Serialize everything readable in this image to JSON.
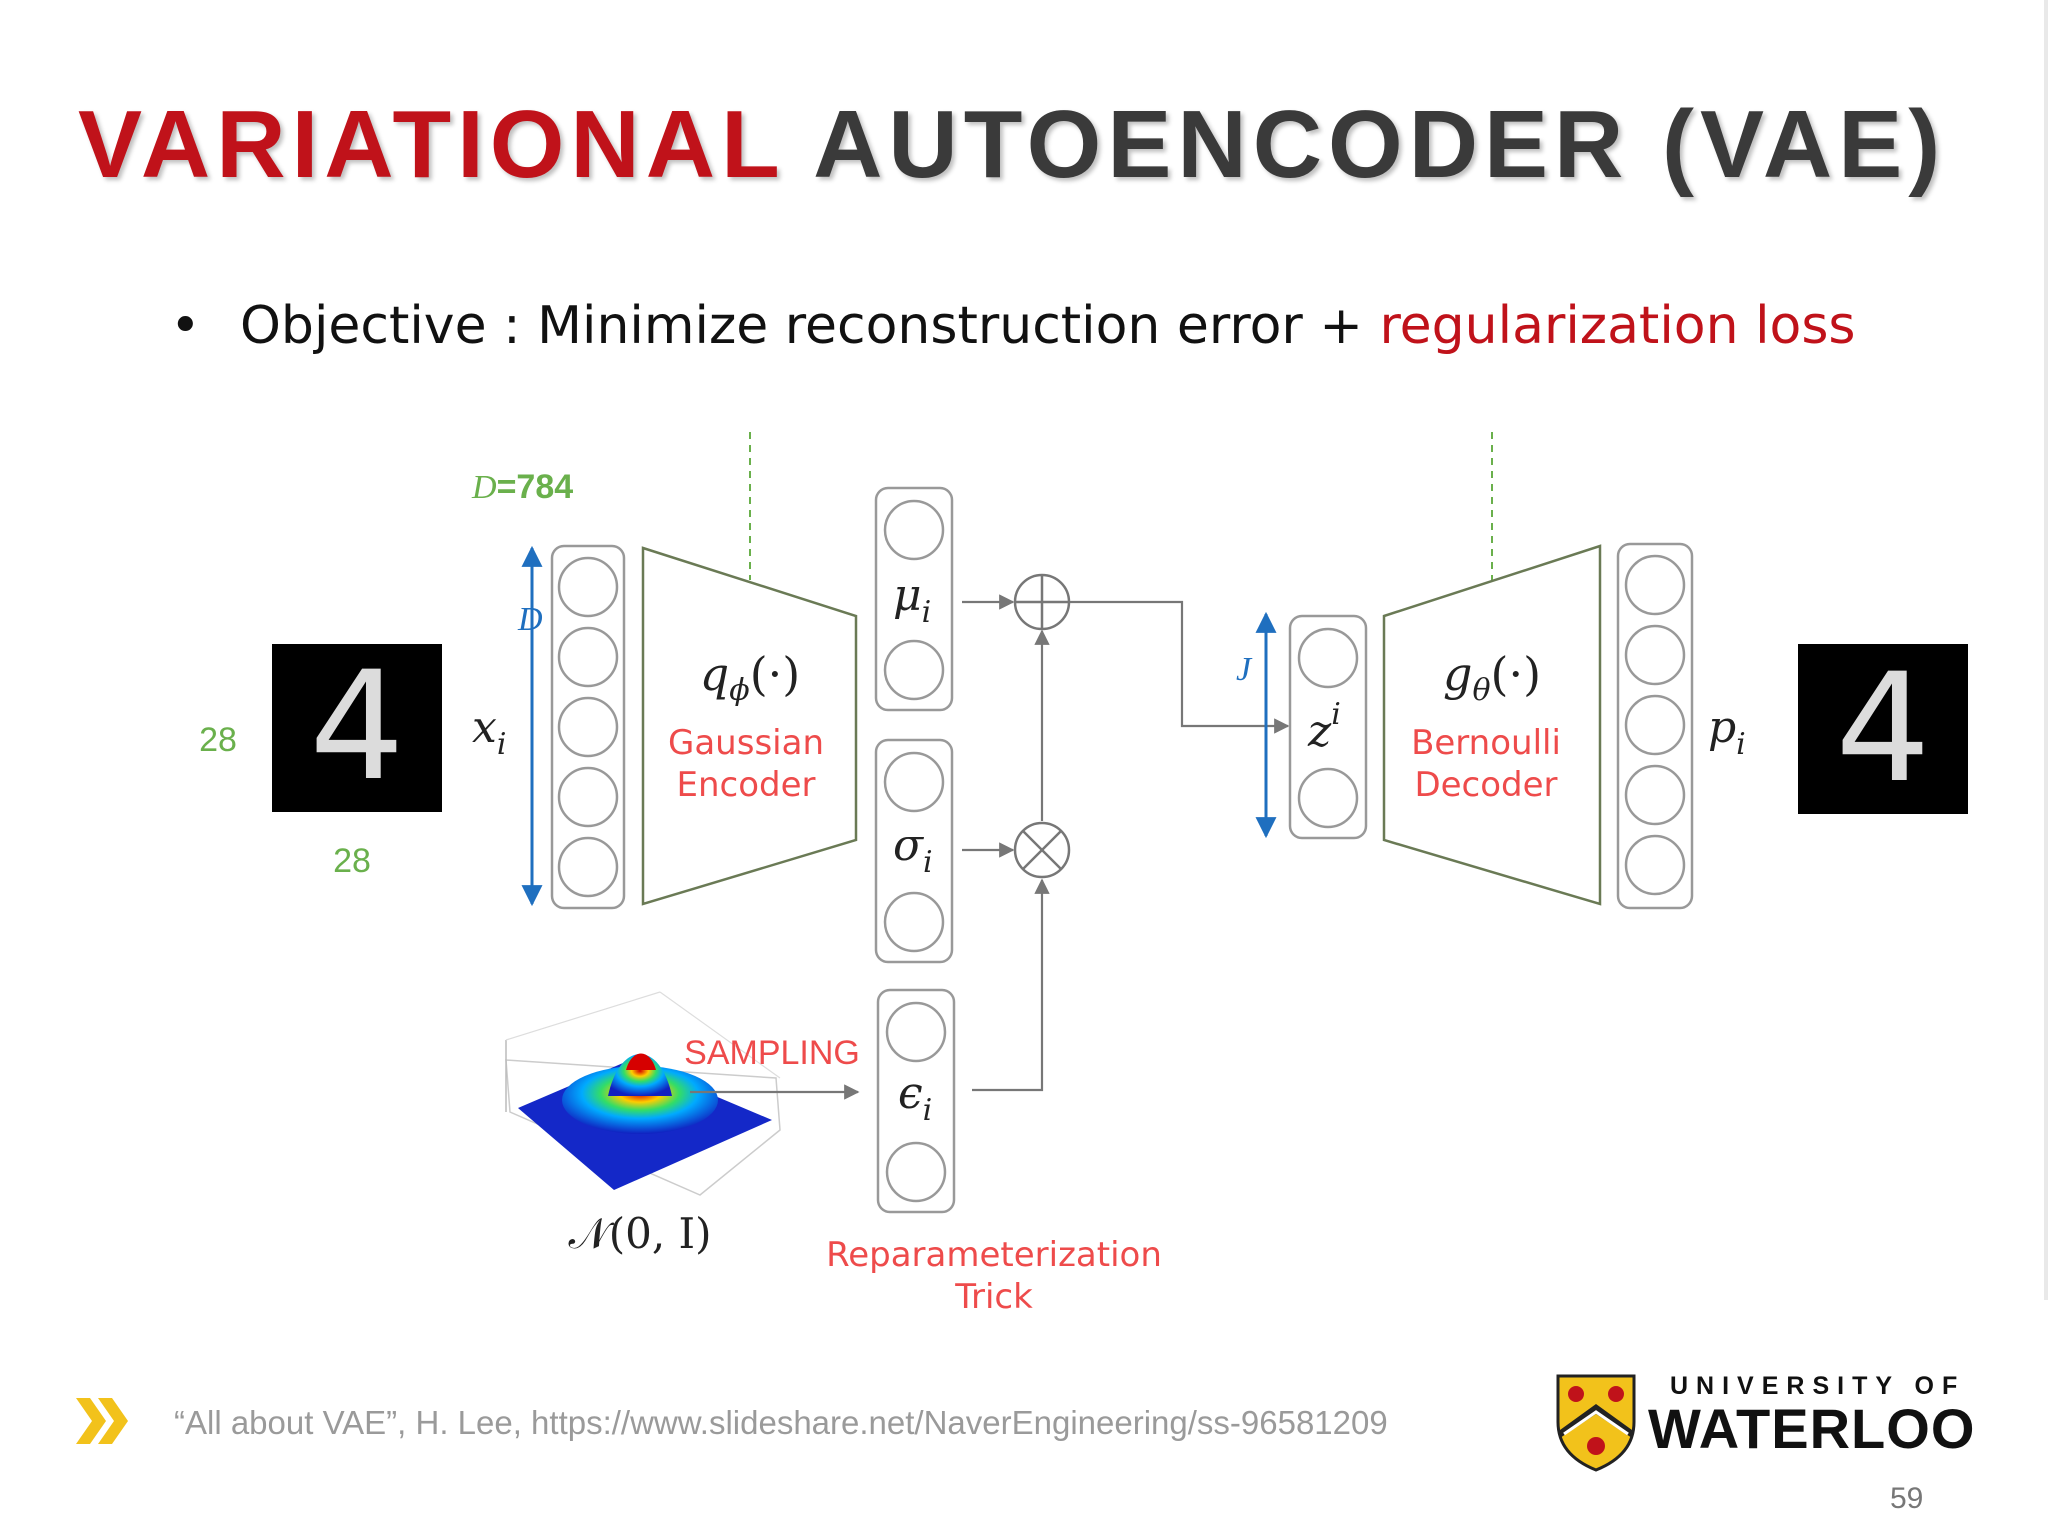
{
  "title": {
    "part1": "VARIATIONAL",
    "part2": "AUTOENCODER (VAE)"
  },
  "bullet": {
    "prefix": "Objective : Minimize reconstruction error + ",
    "highlight": "regularization loss"
  },
  "diagram": {
    "d_label": "D=784",
    "d_label_var": "D",
    "d_label_val": "=784",
    "d_arrow_label": "D",
    "img_width": "28",
    "img_height": "28",
    "input_digit": "4",
    "output_digit": "4",
    "x_label": "x",
    "x_sub": "i",
    "encoder_fn": "q",
    "encoder_fn_sub": "ϕ",
    "encoder_fn_arg": "(·)",
    "encoder_name_1": "Gaussian",
    "encoder_name_2": "Encoder",
    "mu_label": "μ",
    "mu_sub": "i",
    "sigma_label": "σ",
    "sigma_sub": "i",
    "eps_label": "ϵ",
    "eps_sub": "i",
    "j_label": "J",
    "z_label": "z",
    "z_sup": "i",
    "decoder_fn": "g",
    "decoder_fn_sub": "θ",
    "decoder_fn_arg": "(·)",
    "decoder_name_1": "Bernoulli",
    "decoder_name_2": "Decoder",
    "p_label": "p",
    "p_sub": "i",
    "sampling_label": "SAMPLING",
    "normal_label": "𝒩(0, I)",
    "reparam_1": "Reparameterization",
    "reparam_2": "Trick"
  },
  "colors": {
    "accent_red": "#c0121a",
    "diagram_red": "#ee4b4b",
    "green": "#6ab04c",
    "blue": "#1f6fbf",
    "gold": "#f2c21b"
  },
  "footer": {
    "citation": "“All about VAE”, H. Lee, https://www.slideshare.net/NaverEngineering/ss-96581209",
    "chevron_icon": "double-chevron-right-icon",
    "university_top": "UNIVERSITY OF",
    "university_main": "WATERLOO",
    "page_number": "59"
  }
}
